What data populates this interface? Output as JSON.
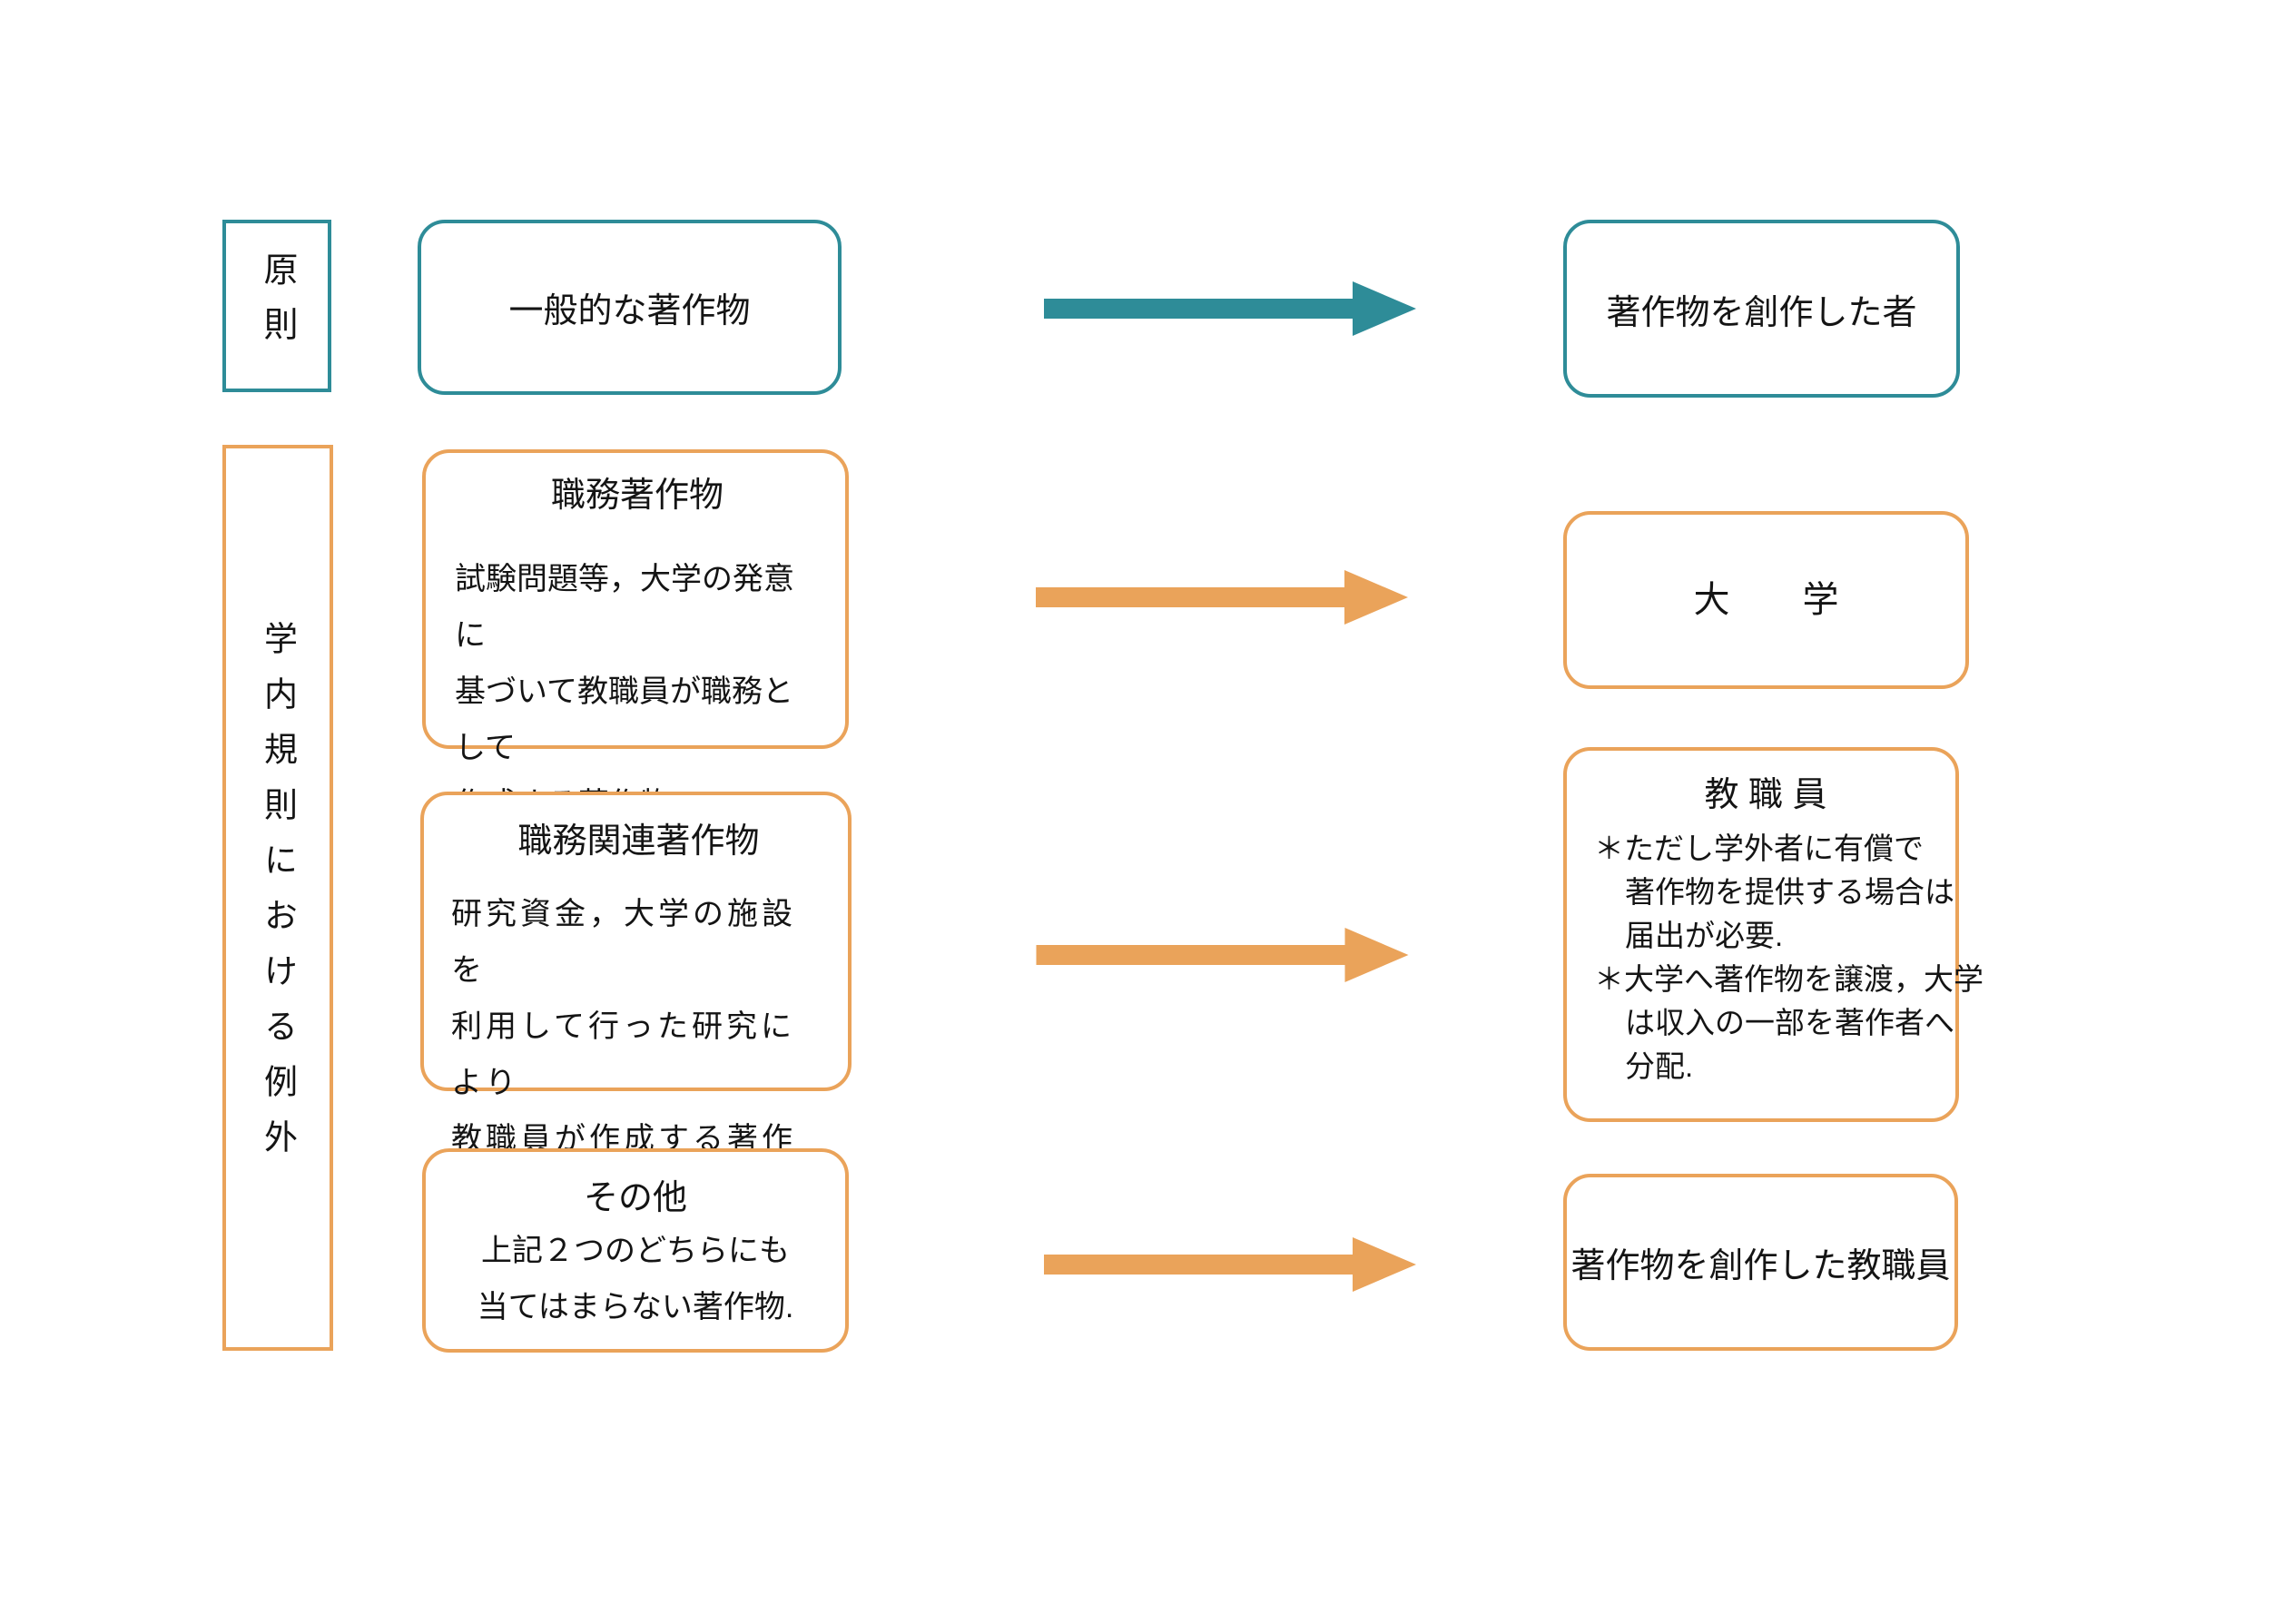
{
  "colors": {
    "teal": "#2E8C98",
    "orange": "#EAA35A",
    "text": "#141414",
    "background": "#FFFFFF"
  },
  "principle_row": {
    "label": "原則",
    "source_box": "一般的な著作物",
    "target_box": "著作物を創作した者",
    "arrow": "right-arrow"
  },
  "exception_section": {
    "label": "学内規則における例外",
    "rows": [
      {
        "title": "職務著作物",
        "body_lines": [
          "試験問題等，大学の発意に",
          "基づいて教職員が職務として",
          "作成する著作物."
        ],
        "arrow": "right-arrow",
        "target": {
          "title": "大　　学"
        }
      },
      {
        "title": "職務関連著作物",
        "body_lines": [
          "研究資金，大学の施設を",
          "利用して行った研究により",
          "教職員が作成する著作物."
        ],
        "arrow": "right-arrow",
        "target": {
          "title": "教 職 員",
          "notes": [
            {
              "lines": [
                "＊ただし学外者に有償で",
                "著作物を提供する場合は",
                "届出が必要."
              ]
            },
            {
              "lines": [
                "＊大学へ著作物を譲渡，大学",
                "は収入の一部を著作者へ",
                "分配."
              ]
            }
          ]
        }
      },
      {
        "title": "その他",
        "body_lines": [
          "上記２つのどちらにも",
          "当てはまらない著作物."
        ],
        "arrow": "right-arrow",
        "target": {
          "title": "著作物を創作した教職員"
        }
      }
    ]
  }
}
